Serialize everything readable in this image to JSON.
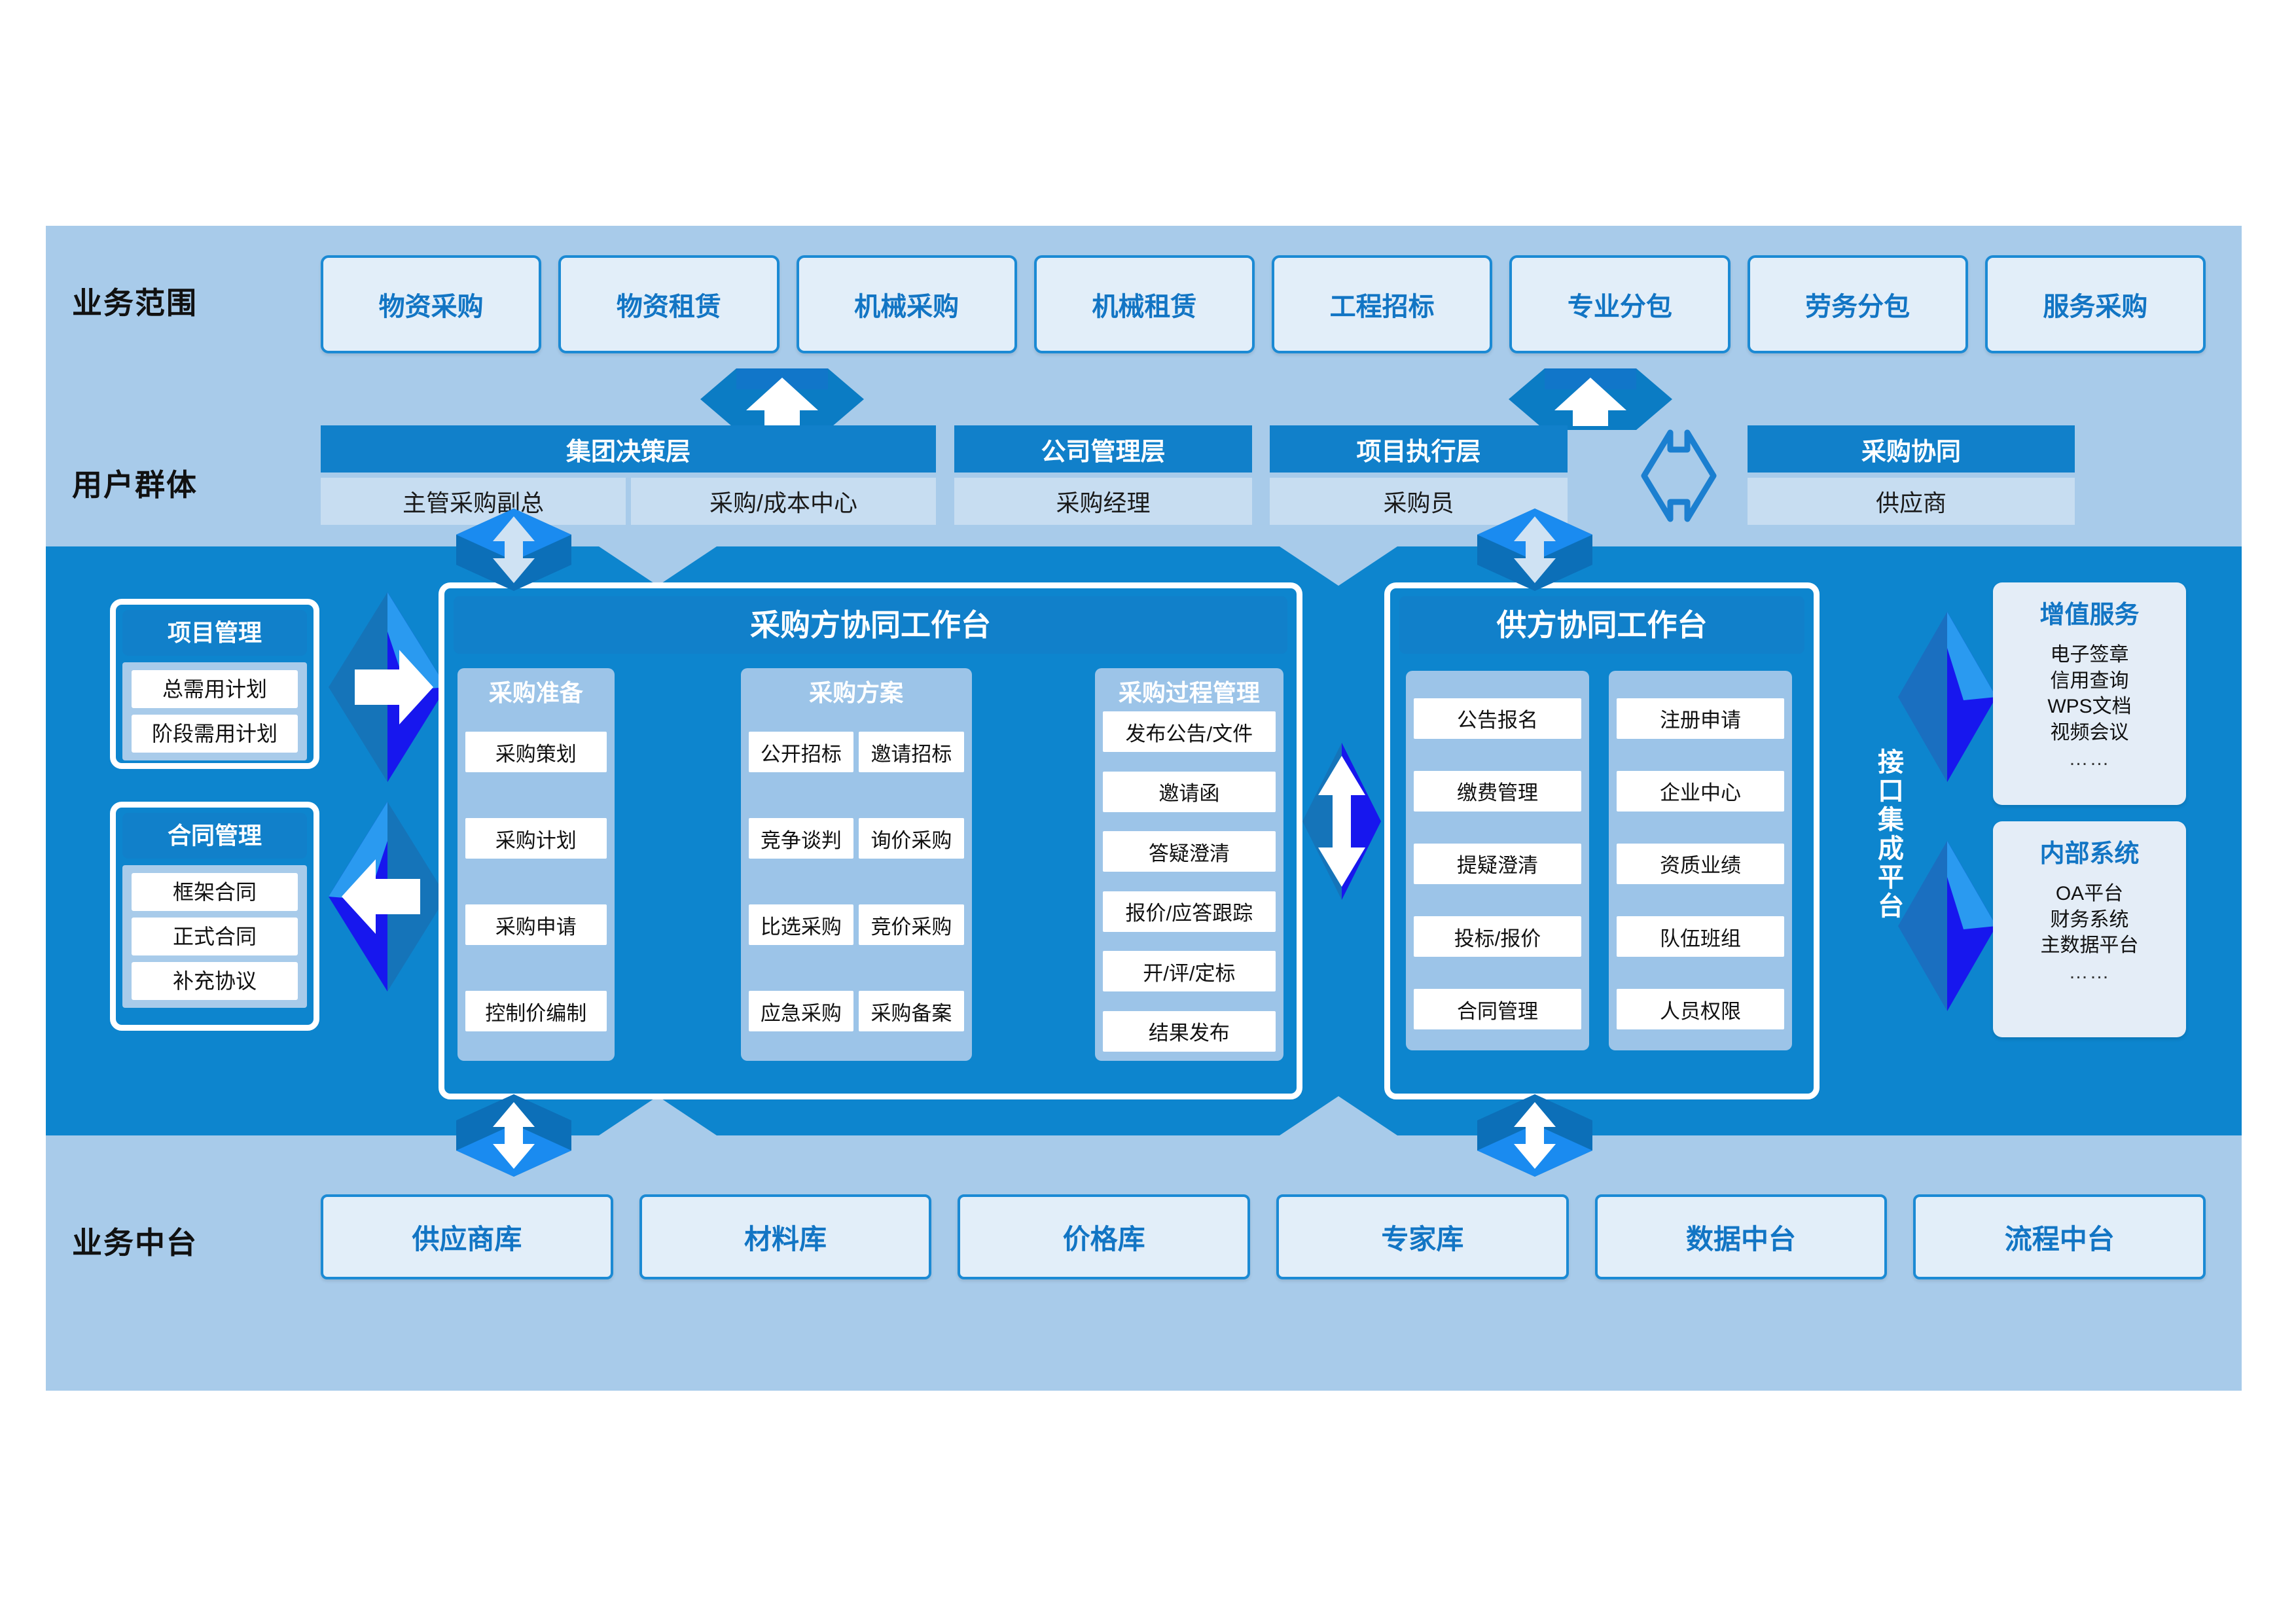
{
  "rows": {
    "scope_label": "业务范围",
    "users_label": "用户群体",
    "midplatform_label": "业务中台"
  },
  "business_scope": {
    "items": [
      "物资采购",
      "物资租赁",
      "机械采购",
      "机械租赁",
      "工程招标",
      "专业分包",
      "劳务分包",
      "服务采购"
    ]
  },
  "user_groups": [
    {
      "title": "集团决策层",
      "subs": [
        "主管采购副总",
        "采购/成本中心"
      ]
    },
    {
      "title": "公司管理层",
      "subs": [
        "采购经理"
      ]
    },
    {
      "title": "项目执行层",
      "subs": [
        "采购员"
      ]
    },
    {
      "title": "采购协同",
      "subs": [
        "供应商"
      ]
    }
  ],
  "left_cards": [
    {
      "title": "项目管理",
      "items": [
        "总需用计划",
        "阶段需用计划"
      ]
    },
    {
      "title": "合同管理",
      "items": [
        "框架合同",
        "正式合同",
        "补充协议"
      ]
    }
  ],
  "buyer_workbench": {
    "title": "采购方协同工作台",
    "columns": [
      {
        "title": "采购准备",
        "layout": "1col",
        "items": [
          "采购策划",
          "采购计划",
          "采购申请",
          "控制价编制"
        ]
      },
      {
        "title": "采购方案",
        "layout": "2col",
        "items": [
          "公开招标",
          "邀请招标",
          "竞争谈判",
          "询价采购",
          "比选采购",
          "竞价采购",
          "应急采购",
          "采购备案"
        ]
      },
      {
        "title": "采购过程管理",
        "layout": "1col",
        "items": [
          "发布公告/文件",
          "邀请函",
          "答疑澄清",
          "报价/应答跟踪",
          "开/评/定标",
          "结果发布"
        ]
      }
    ]
  },
  "supplier_workbench": {
    "title": "供方协同工作台",
    "columns": [
      {
        "title": "",
        "layout": "1col",
        "items": [
          "公告报名",
          "缴费管理",
          "提疑澄清",
          "投标/报价",
          "合同管理"
        ]
      },
      {
        "title": "",
        "layout": "1col",
        "items": [
          "注册申请",
          "企业中心",
          "资质业绩",
          "队伍班组",
          "人员权限"
        ]
      }
    ]
  },
  "integration_platform": {
    "label": "接口集成平台"
  },
  "right_panels": [
    {
      "title": "增值服务",
      "items": [
        "电子签章",
        "信用查询",
        "WPS文档",
        "视频会议"
      ],
      "more": "……"
    },
    {
      "title": "内部系统",
      "items": [
        "OA平台",
        "财务系统",
        "主数据平台"
      ],
      "more": "……"
    }
  ],
  "business_midplatform": {
    "items": [
      "供应商库",
      "材料库",
      "价格库",
      "专家库",
      "数据中台",
      "流程中台"
    ]
  },
  "colors": {
    "canvas_bg": "#a8cbea",
    "band_blue": "#0d85ce",
    "header_blue": "#1180ca",
    "chip_fill": "#e2eef9",
    "chip_border": "#1b8ad4",
    "chip_text": "#1275c4",
    "subcol_blue": "#9cc4e8",
    "sub_light": "#c7ddf1",
    "accent_indigo": "#1b22ee"
  }
}
